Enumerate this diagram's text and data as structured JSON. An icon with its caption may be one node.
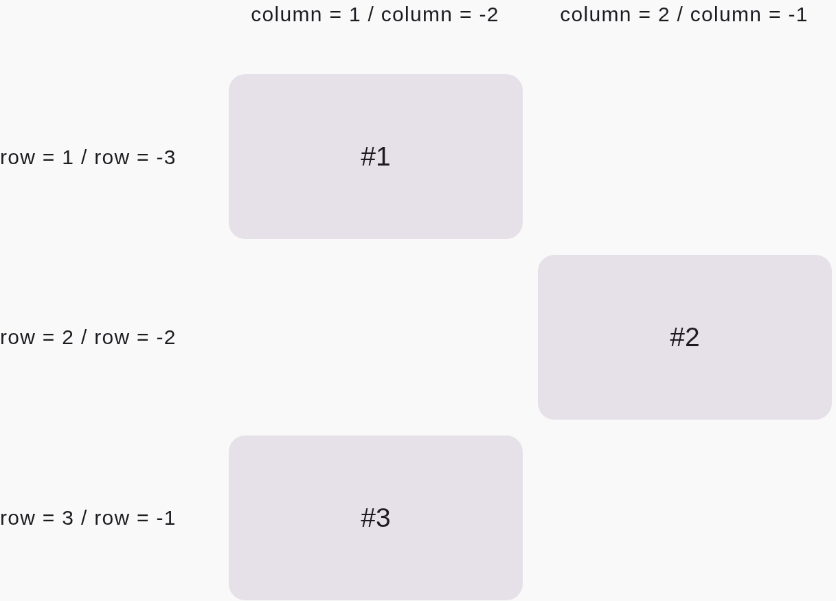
{
  "diagram": {
    "nodes": [
      {
        "text": [
          "#1"
        ]
      },
      {
        "text": [
          "#2"
        ]
      },
      {
        "text": [
          "#3"
        ]
      }
    ],
    "labels": [
      "column = 1 / column = -2",
      "column = 2 / column = -1",
      "row = 1 / row = -3",
      "row = 2 / row = -2",
      "row = 3 / row = -1"
    ]
  }
}
